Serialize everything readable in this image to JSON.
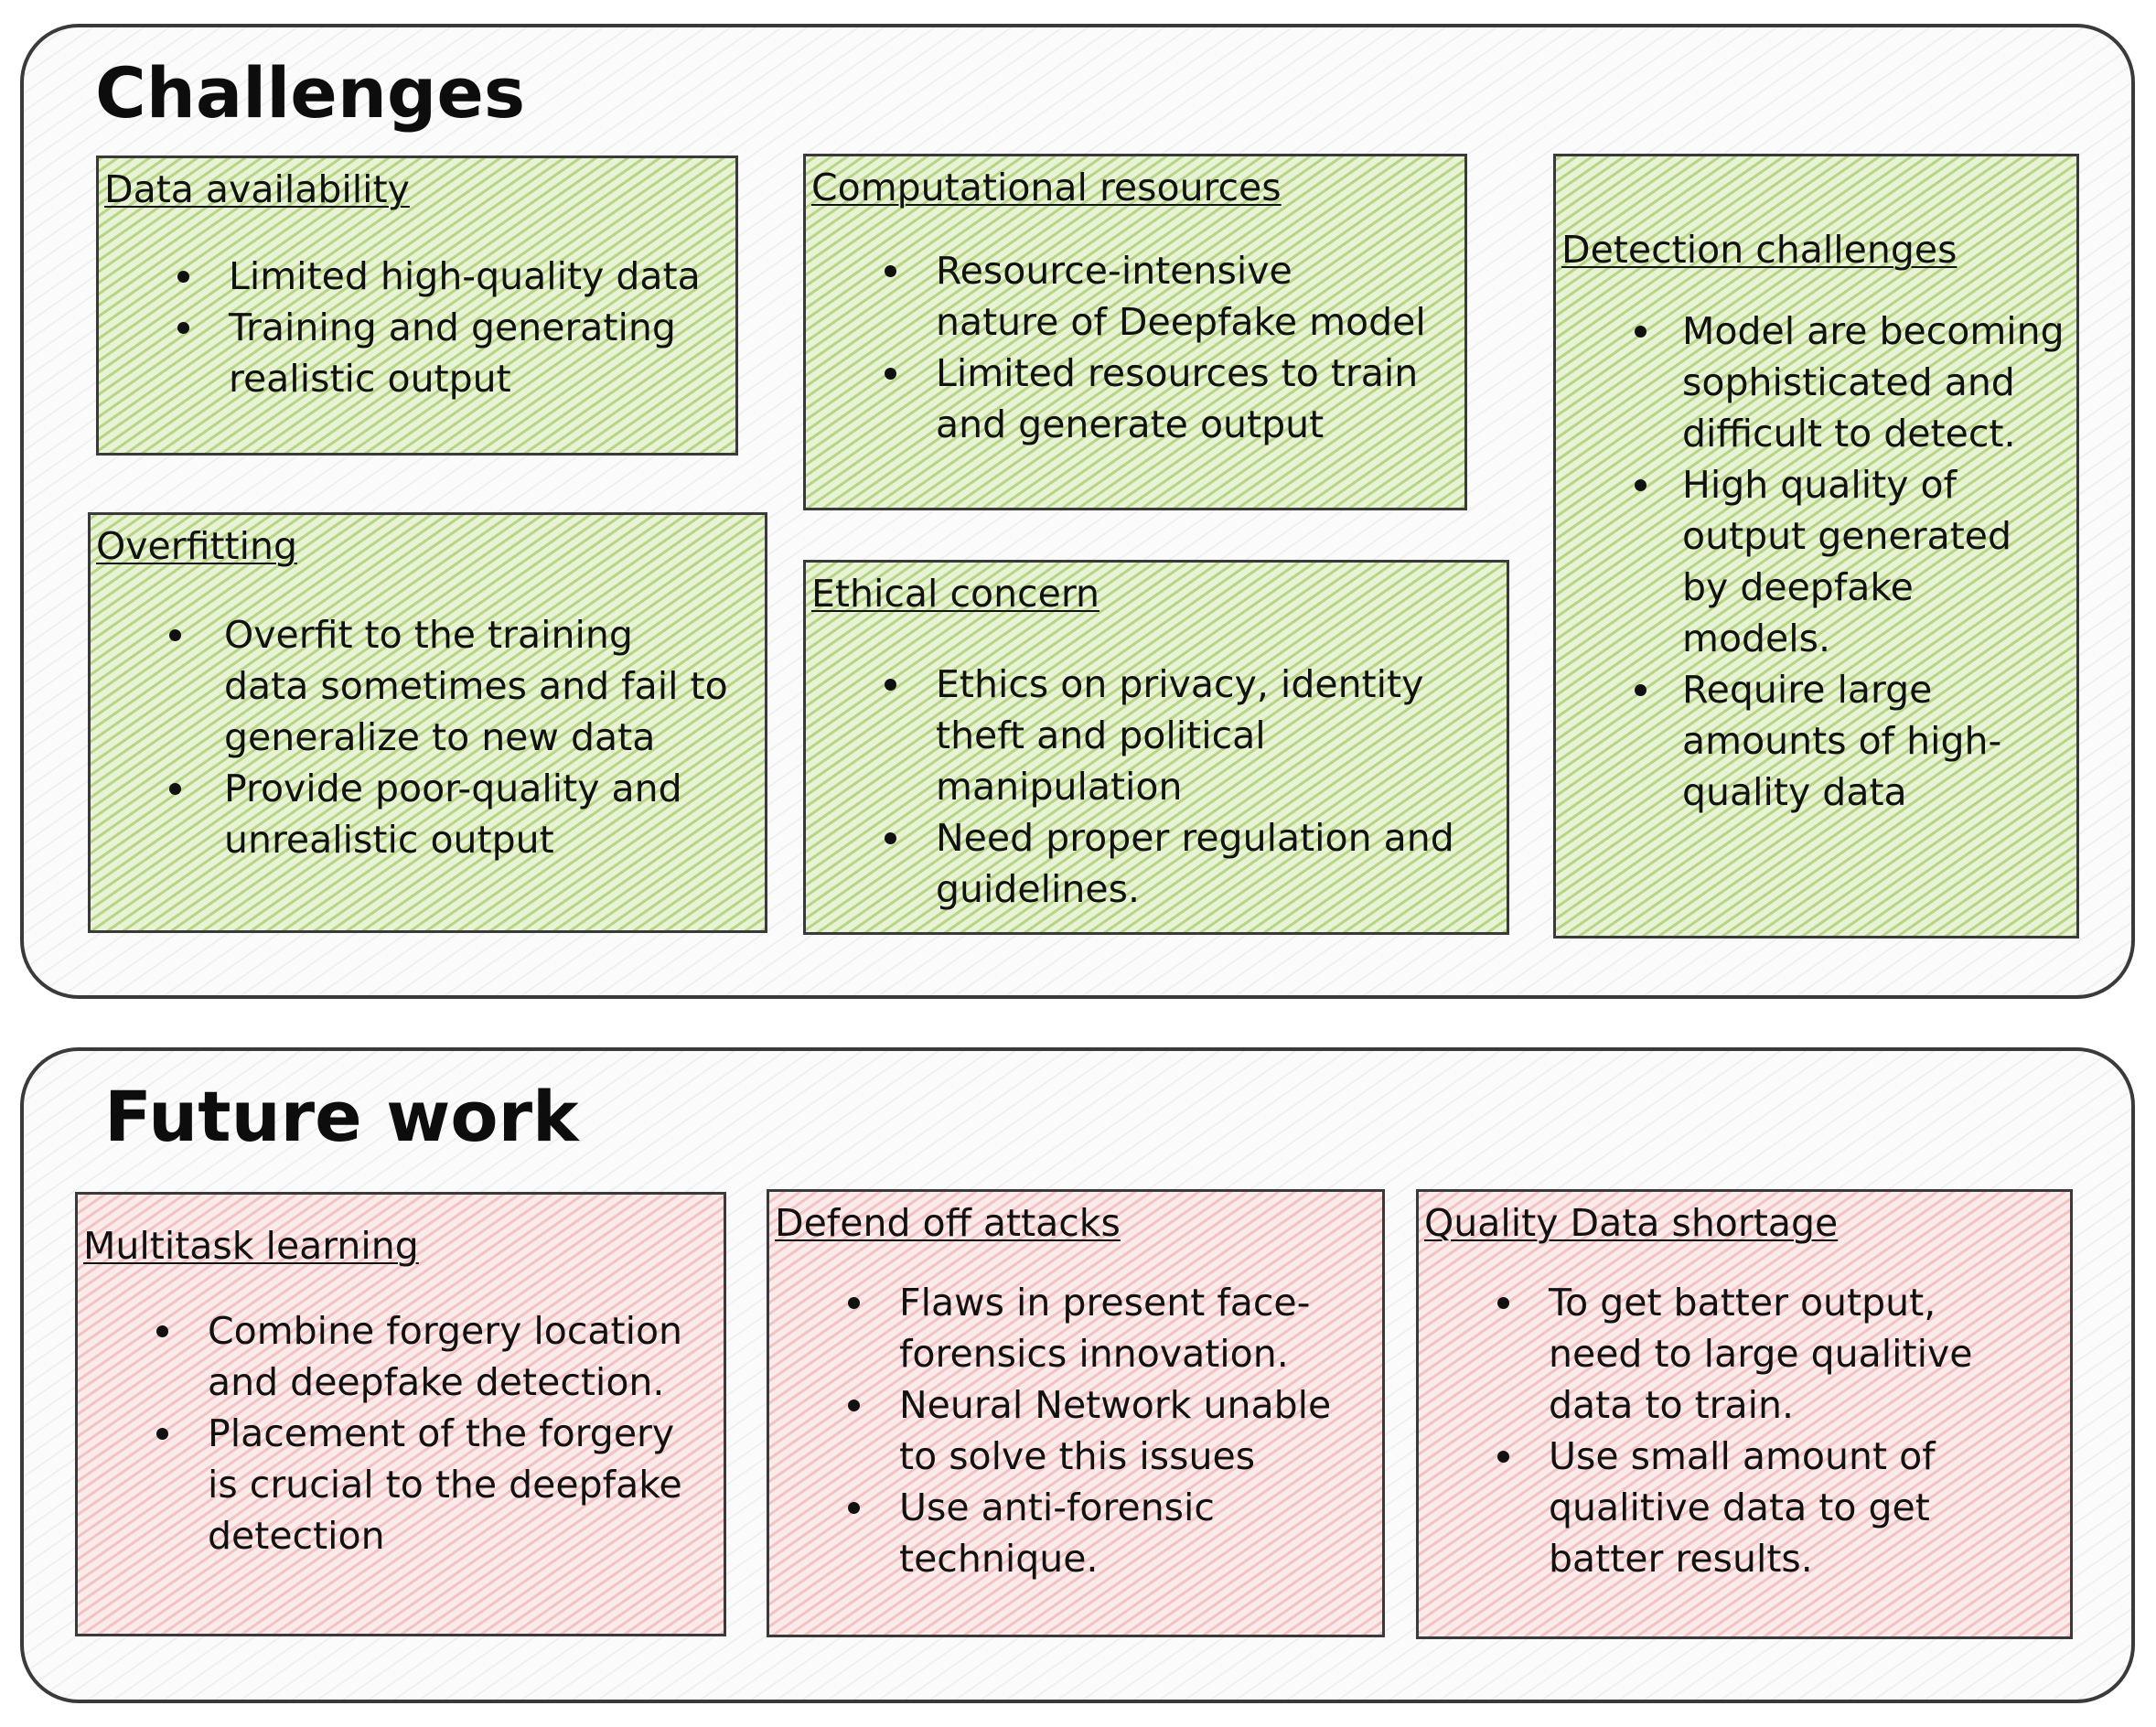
{
  "challenges": {
    "title": "Challenges",
    "cards": {
      "data_availability": {
        "title": "Data availability",
        "items": [
          "Limited high-quality data",
          "Training and generating\nrealistic output"
        ]
      },
      "computational_resources": {
        "title": "Computational resources",
        "items": [
          "Resource-intensive\nnature of Deepfake model",
          "Limited resources to train\nand generate output"
        ]
      },
      "detection_challenges": {
        "title": "Detection challenges",
        "items": [
          "Model are becoming\nsophisticated and\ndifficult to detect.",
          "High quality of\noutput generated\nby deepfake\nmodels.",
          "Require large\namounts of high-\nquality data"
        ]
      },
      "overfitting": {
        "title": "Overfitting",
        "items": [
          "Overfit to the training\ndata sometimes and fail to\ngeneralize to new data",
          "Provide poor-quality and\nunrealistic output"
        ]
      },
      "ethical_concern": {
        "title": "Ethical concern",
        "items": [
          "Ethics on privacy, identity\ntheft and political\nmanipulation",
          "Need proper regulation and\nguidelines."
        ]
      }
    }
  },
  "future_work": {
    "title": "Future  work",
    "cards": {
      "multitask_learning": {
        "title": "Multitask learning",
        "items": [
          "Combine forgery location\nand deepfake detection.",
          "Placement of the forgery\nis crucial to the deepfake\ndetection"
        ]
      },
      "defend_off_attacks": {
        "title": "Defend off attacks",
        "items": [
          "Flaws in present face-\nforensics innovation.",
          "Neural Network unable\nto solve this issues",
          "Use anti-forensic\ntechnique."
        ]
      },
      "quality_data_shortage": {
        "title": "Quality Data shortage ",
        "items": [
          "To get batter output,\nneed to large qualitive\ndata to train.",
          "Use small amount of\nqualitive data to get\nbatter results."
        ]
      }
    }
  },
  "colors": {
    "challenge_card_fill": "#b7d88a",
    "future_card_fill": "#f2b6b6",
    "border": "#3a3a3a",
    "text": "#111111"
  }
}
